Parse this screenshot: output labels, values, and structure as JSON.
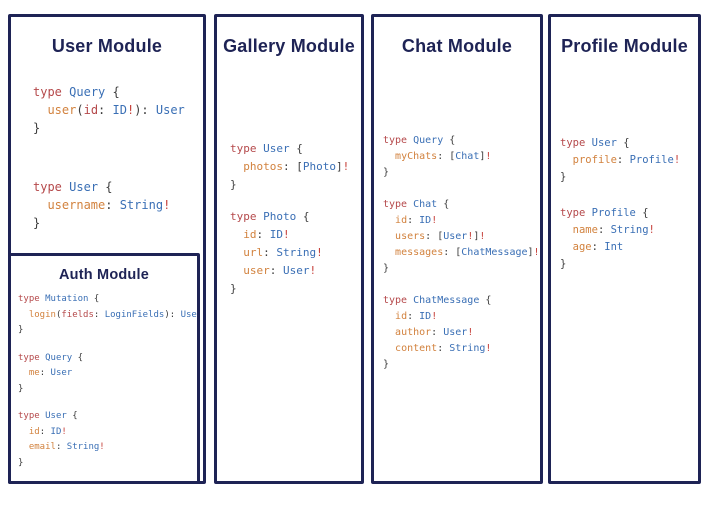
{
  "colors": {
    "panel_border": "#1e2355",
    "heading": "#1e2355",
    "background": "#ffffff",
    "code_keyword": "#b5494b",
    "code_type": "#3a6fb5",
    "code_field": "#d2823e",
    "code_arg": "#b5494b",
    "code_punct": "#3d3d3d",
    "code_bang": "#c6403a"
  },
  "panels": [
    {
      "title": "User Module",
      "blocks": [
        [
          [
            [
              "k",
              "type"
            ],
            [
              "p",
              " "
            ],
            [
              "t",
              "Query"
            ],
            [
              "p",
              " {"
            ]
          ],
          [
            [
              "p",
              "  "
            ],
            [
              "f",
              "user"
            ],
            [
              "p",
              "("
            ],
            [
              "a",
              "id"
            ],
            [
              "p",
              ": "
            ],
            [
              "t",
              "ID"
            ],
            [
              "b",
              "!"
            ],
            [
              "p",
              "): "
            ],
            [
              "t",
              "User"
            ]
          ],
          [
            [
              "p",
              "}"
            ]
          ]
        ],
        [
          [
            [
              "k",
              "type"
            ],
            [
              "p",
              " "
            ],
            [
              "t",
              "User"
            ],
            [
              "p",
              " {"
            ]
          ],
          [
            [
              "p",
              "  "
            ],
            [
              "f",
              "username"
            ],
            [
              "p",
              ": "
            ],
            [
              "t",
              "String"
            ],
            [
              "b",
              "!"
            ]
          ],
          [
            [
              "p",
              "}"
            ]
          ]
        ]
      ],
      "sub_panel": {
        "title": "Auth Module",
        "blocks": [
          [
            [
              [
                "k",
                "type"
              ],
              [
                "p",
                " "
              ],
              [
                "t",
                "Mutation"
              ],
              [
                "p",
                " {"
              ]
            ],
            [
              [
                "p",
                "  "
              ],
              [
                "f",
                "login"
              ],
              [
                "p",
                "("
              ],
              [
                "a",
                "fields"
              ],
              [
                "p",
                ": "
              ],
              [
                "t",
                "LoginFields"
              ],
              [
                "p",
                "): "
              ],
              [
                "t",
                "User"
              ]
            ],
            [
              [
                "p",
                "}"
              ]
            ]
          ],
          [
            [
              [
                "k",
                "type"
              ],
              [
                "p",
                " "
              ],
              [
                "t",
                "Query"
              ],
              [
                "p",
                " {"
              ]
            ],
            [
              [
                "p",
                "  "
              ],
              [
                "f",
                "me"
              ],
              [
                "p",
                ": "
              ],
              [
                "t",
                "User"
              ]
            ],
            [
              [
                "p",
                "}"
              ]
            ]
          ],
          [
            [
              [
                "k",
                "type"
              ],
              [
                "p",
                " "
              ],
              [
                "t",
                "User"
              ],
              [
                "p",
                " {"
              ]
            ],
            [
              [
                "p",
                "  "
              ],
              [
                "f",
                "id"
              ],
              [
                "p",
                ": "
              ],
              [
                "t",
                "ID"
              ],
              [
                "b",
                "!"
              ]
            ],
            [
              [
                "p",
                "  "
              ],
              [
                "f",
                "email"
              ],
              [
                "p",
                ": "
              ],
              [
                "t",
                "String"
              ],
              [
                "b",
                "!"
              ]
            ],
            [
              [
                "p",
                "}"
              ]
            ]
          ]
        ]
      }
    },
    {
      "title": "Gallery Module",
      "blocks": [
        [
          [
            [
              "k",
              "type"
            ],
            [
              "p",
              " "
            ],
            [
              "t",
              "User"
            ],
            [
              "p",
              " {"
            ]
          ],
          [
            [
              "p",
              "  "
            ],
            [
              "f",
              "photos"
            ],
            [
              "p",
              ": ["
            ],
            [
              "t",
              "Photo"
            ],
            [
              "p",
              "]"
            ],
            [
              "b",
              "!"
            ]
          ],
          [
            [
              "p",
              "}"
            ]
          ]
        ],
        [
          [
            [
              "k",
              "type"
            ],
            [
              "p",
              " "
            ],
            [
              "t",
              "Photo"
            ],
            [
              "p",
              " {"
            ]
          ],
          [
            [
              "p",
              "  "
            ],
            [
              "f",
              "id"
            ],
            [
              "p",
              ": "
            ],
            [
              "t",
              "ID"
            ],
            [
              "b",
              "!"
            ]
          ],
          [
            [
              "p",
              "  "
            ],
            [
              "f",
              "url"
            ],
            [
              "p",
              ": "
            ],
            [
              "t",
              "String"
            ],
            [
              "b",
              "!"
            ]
          ],
          [
            [
              "p",
              "  "
            ],
            [
              "f",
              "user"
            ],
            [
              "p",
              ": "
            ],
            [
              "t",
              "User"
            ],
            [
              "b",
              "!"
            ]
          ],
          [
            [
              "p",
              "}"
            ]
          ]
        ]
      ]
    },
    {
      "title": "Chat Module",
      "blocks": [
        [
          [
            [
              "k",
              "type"
            ],
            [
              "p",
              " "
            ],
            [
              "t",
              "Query"
            ],
            [
              "p",
              " {"
            ]
          ],
          [
            [
              "p",
              "  "
            ],
            [
              "f",
              "myChats"
            ],
            [
              "p",
              ": ["
            ],
            [
              "t",
              "Chat"
            ],
            [
              "p",
              "]"
            ],
            [
              "b",
              "!"
            ]
          ],
          [
            [
              "p",
              "}"
            ]
          ]
        ],
        [
          [
            [
              "k",
              "type"
            ],
            [
              "p",
              " "
            ],
            [
              "t",
              "Chat"
            ],
            [
              "p",
              " {"
            ]
          ],
          [
            [
              "p",
              "  "
            ],
            [
              "f",
              "id"
            ],
            [
              "p",
              ": "
            ],
            [
              "t",
              "ID"
            ],
            [
              "b",
              "!"
            ]
          ],
          [
            [
              "p",
              "  "
            ],
            [
              "f",
              "users"
            ],
            [
              "p",
              ": ["
            ],
            [
              "t",
              "User"
            ],
            [
              "b",
              "!"
            ],
            [
              "p",
              "]"
            ],
            [
              "b",
              "!"
            ]
          ],
          [
            [
              "p",
              "  "
            ],
            [
              "f",
              "messages"
            ],
            [
              "p",
              ": ["
            ],
            [
              "t",
              "ChatMessage"
            ],
            [
              "p",
              "]"
            ],
            [
              "b",
              "!"
            ]
          ],
          [
            [
              "p",
              "}"
            ]
          ]
        ],
        [
          [
            [
              "k",
              "type"
            ],
            [
              "p",
              " "
            ],
            [
              "t",
              "ChatMessage"
            ],
            [
              "p",
              " {"
            ]
          ],
          [
            [
              "p",
              "  "
            ],
            [
              "f",
              "id"
            ],
            [
              "p",
              ": "
            ],
            [
              "t",
              "ID"
            ],
            [
              "b",
              "!"
            ]
          ],
          [
            [
              "p",
              "  "
            ],
            [
              "f",
              "author"
            ],
            [
              "p",
              ": "
            ],
            [
              "t",
              "User"
            ],
            [
              "b",
              "!"
            ]
          ],
          [
            [
              "p",
              "  "
            ],
            [
              "f",
              "content"
            ],
            [
              "p",
              ": "
            ],
            [
              "t",
              "String"
            ],
            [
              "b",
              "!"
            ]
          ],
          [
            [
              "p",
              "}"
            ]
          ]
        ]
      ]
    },
    {
      "title": "Profile Module",
      "blocks": [
        [
          [
            [
              "k",
              "type"
            ],
            [
              "p",
              " "
            ],
            [
              "t",
              "User"
            ],
            [
              "p",
              " {"
            ]
          ],
          [
            [
              "p",
              "  "
            ],
            [
              "f",
              "profile"
            ],
            [
              "p",
              ": "
            ],
            [
              "t",
              "Profile"
            ],
            [
              "b",
              "!"
            ]
          ],
          [
            [
              "p",
              "}"
            ]
          ]
        ],
        [
          [
            [
              "k",
              "type"
            ],
            [
              "p",
              " "
            ],
            [
              "t",
              "Profile"
            ],
            [
              "p",
              " {"
            ]
          ],
          [
            [
              "p",
              "  "
            ],
            [
              "f",
              "name"
            ],
            [
              "p",
              ": "
            ],
            [
              "t",
              "String"
            ],
            [
              "b",
              "!"
            ]
          ],
          [
            [
              "p",
              "  "
            ],
            [
              "f",
              "age"
            ],
            [
              "p",
              ": "
            ],
            [
              "t",
              "Int"
            ]
          ],
          [
            [
              "p",
              "}"
            ]
          ]
        ]
      ]
    }
  ]
}
